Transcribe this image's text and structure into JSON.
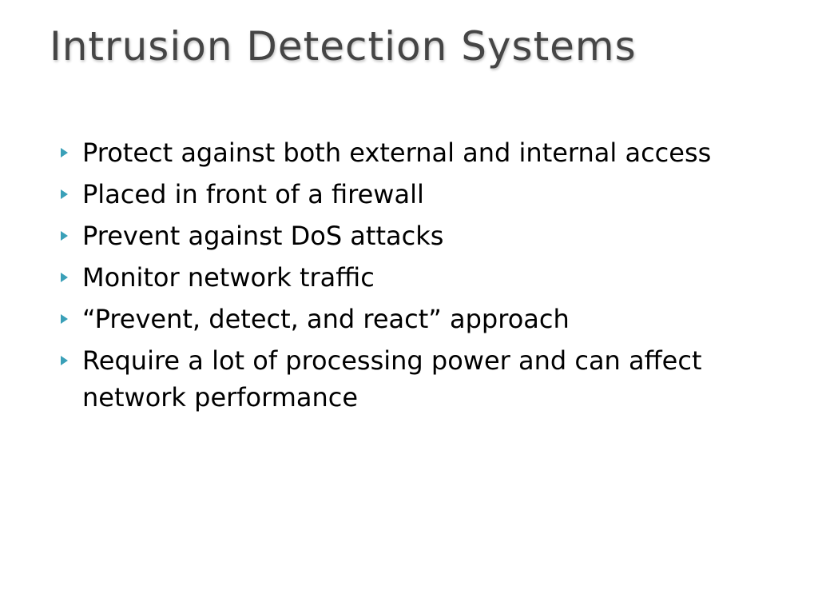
{
  "slide": {
    "title": "Intrusion Detection Systems",
    "accent_color": "#3aa0b8",
    "bullet_icon": "triangle-right-icon",
    "bullets": [
      "Protect against both external and internal access",
      "Placed in front of a firewall",
      "Prevent against DoS attacks",
      "Monitor network traffic",
      "“Prevent, detect, and react” approach",
      "Require a lot of processing power and can affect network performance"
    ]
  }
}
